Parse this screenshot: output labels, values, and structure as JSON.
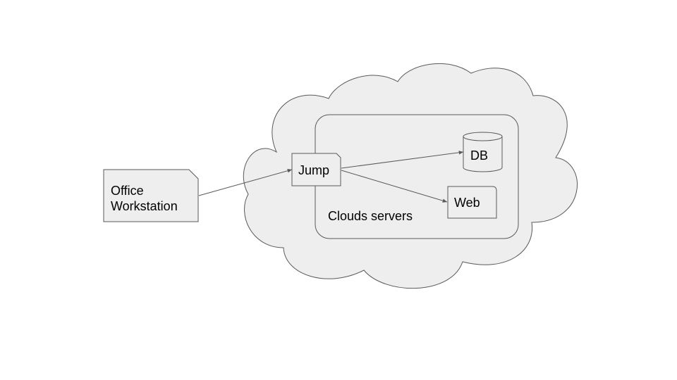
{
  "diagram": {
    "nodes": {
      "office": {
        "line1": "Office",
        "line2": "Workstation"
      },
      "jump": {
        "label": "Jump"
      },
      "db": {
        "label": "DB"
      },
      "web": {
        "label": "Web"
      },
      "cloud_group": {
        "label": "Clouds servers"
      }
    },
    "edges": [
      {
        "from": "Office Workstation",
        "to": "Jump"
      },
      {
        "from": "Jump",
        "to": "DB"
      },
      {
        "from": "Jump",
        "to": "Web"
      }
    ],
    "colors": {
      "shape_fill": "#eeeeee",
      "stroke": "#595959",
      "text": "#000000",
      "background": "#ffffff"
    }
  }
}
